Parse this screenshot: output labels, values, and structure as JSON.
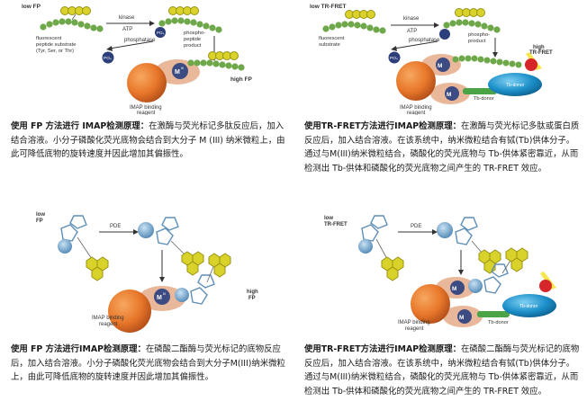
{
  "panels": [
    {
      "id": "fp-kinase",
      "labels": {
        "low": "low FP",
        "kinase": "kinase",
        "atp": "ATP",
        "substrate": "fluorescent\npeptide substrate\n(Tyr, Ser, or Thr)",
        "product": "phospho-\npeptide\nproduct",
        "phosphatase": "phosphatase",
        "po4": "PO₄",
        "m3": "MIII",
        "reagent": "IMAP binding\nreagent",
        "high": "high FP"
      },
      "caption_title": "使用 FP 方法进行 IMAP检测原理：",
      "caption_body": "在激酶与荧光标记多肽反应后，加入结合溶液。小分子磷酸化荧光底物会结合到大分子 M (III) 纳米微粒上，由此可降低底物的旋转速度并因此增加其偏振性。"
    },
    {
      "id": "trfret-kinase",
      "labels": {
        "low": "low TR-FRET",
        "kinase": "kinase",
        "atp": "ATP",
        "substrate": "fluorescent\nsubstrate",
        "product": "phospho-\nproduct",
        "phosphatase": "phosphatase",
        "po4": "PO₄",
        "m3": "MIII",
        "reagent": "IMAP binding\nreagent",
        "high": "high\nTR-FRET",
        "tb": "Tb-donor"
      },
      "caption_title": "使用TR-FRET方法进行IMAP检测原理：",
      "caption_body": "在激酶与荧光标记多肽或蛋白质反应后，加入结合溶液。在该系统中，纳米微粒结合有铽(Tb)供体分子。通过与M(III)纳米微粒结合，磷酸化的荧光底物与 Tb-供体紧密靠近，从而检测出 Tb-供体和磷酸化的荧光底物之间产生的 TR-FRET 效应。"
    },
    {
      "id": "fp-pde",
      "labels": {
        "low": "low\nFP",
        "pde": "PDE",
        "m3": "MIII",
        "reagent": "IMAP binding\nreagent",
        "high": "high\nFP"
      },
      "caption_title": "使用 FP 方法进行IMAP检测原理：",
      "caption_body": "在磷酸二酯酶与荧光标记的底物反应后，加入结合溶液。小分子磷酸化荧光底物会结合到大分子M(III)纳米微粒上，由此可降低底物的旋转速度并因此增加其偏振性。"
    },
    {
      "id": "trfret-pde",
      "labels": {
        "low": "low\nTR-FRET",
        "pde": "PDE",
        "m3": "MIII",
        "reagent": "IMAP binding\nreagent",
        "tb": "Tb-donor"
      },
      "caption_title": "使用TR-FRET方法进行IMAP检测原理：",
      "caption_body": "在磷酸二酯酶与荧光标记的底物反应后，加入结合溶液。在该系统中，纳米微粒结合有铽(Tb)供体分子。通过与M(III)纳米微粒结合，磷酸化的荧光底物与 Tb-供体紧密靠近，从而检测出 Tb-供体和磷酸化的荧光底物之间产生的 TR-FRET 效应。"
    }
  ],
  "colors": {
    "bead": "#e8772a",
    "bead_dark": "#b4501a",
    "m3_ellipse": "#e9b89a",
    "peptide": "#6fa84a",
    "peptide_dark": "#3f7a2a",
    "fluor": "#d8d22a",
    "phosphate": "#2c3f7a",
    "tb_donor": "#1c8fc9",
    "fret_red": "#d6262a"
  }
}
